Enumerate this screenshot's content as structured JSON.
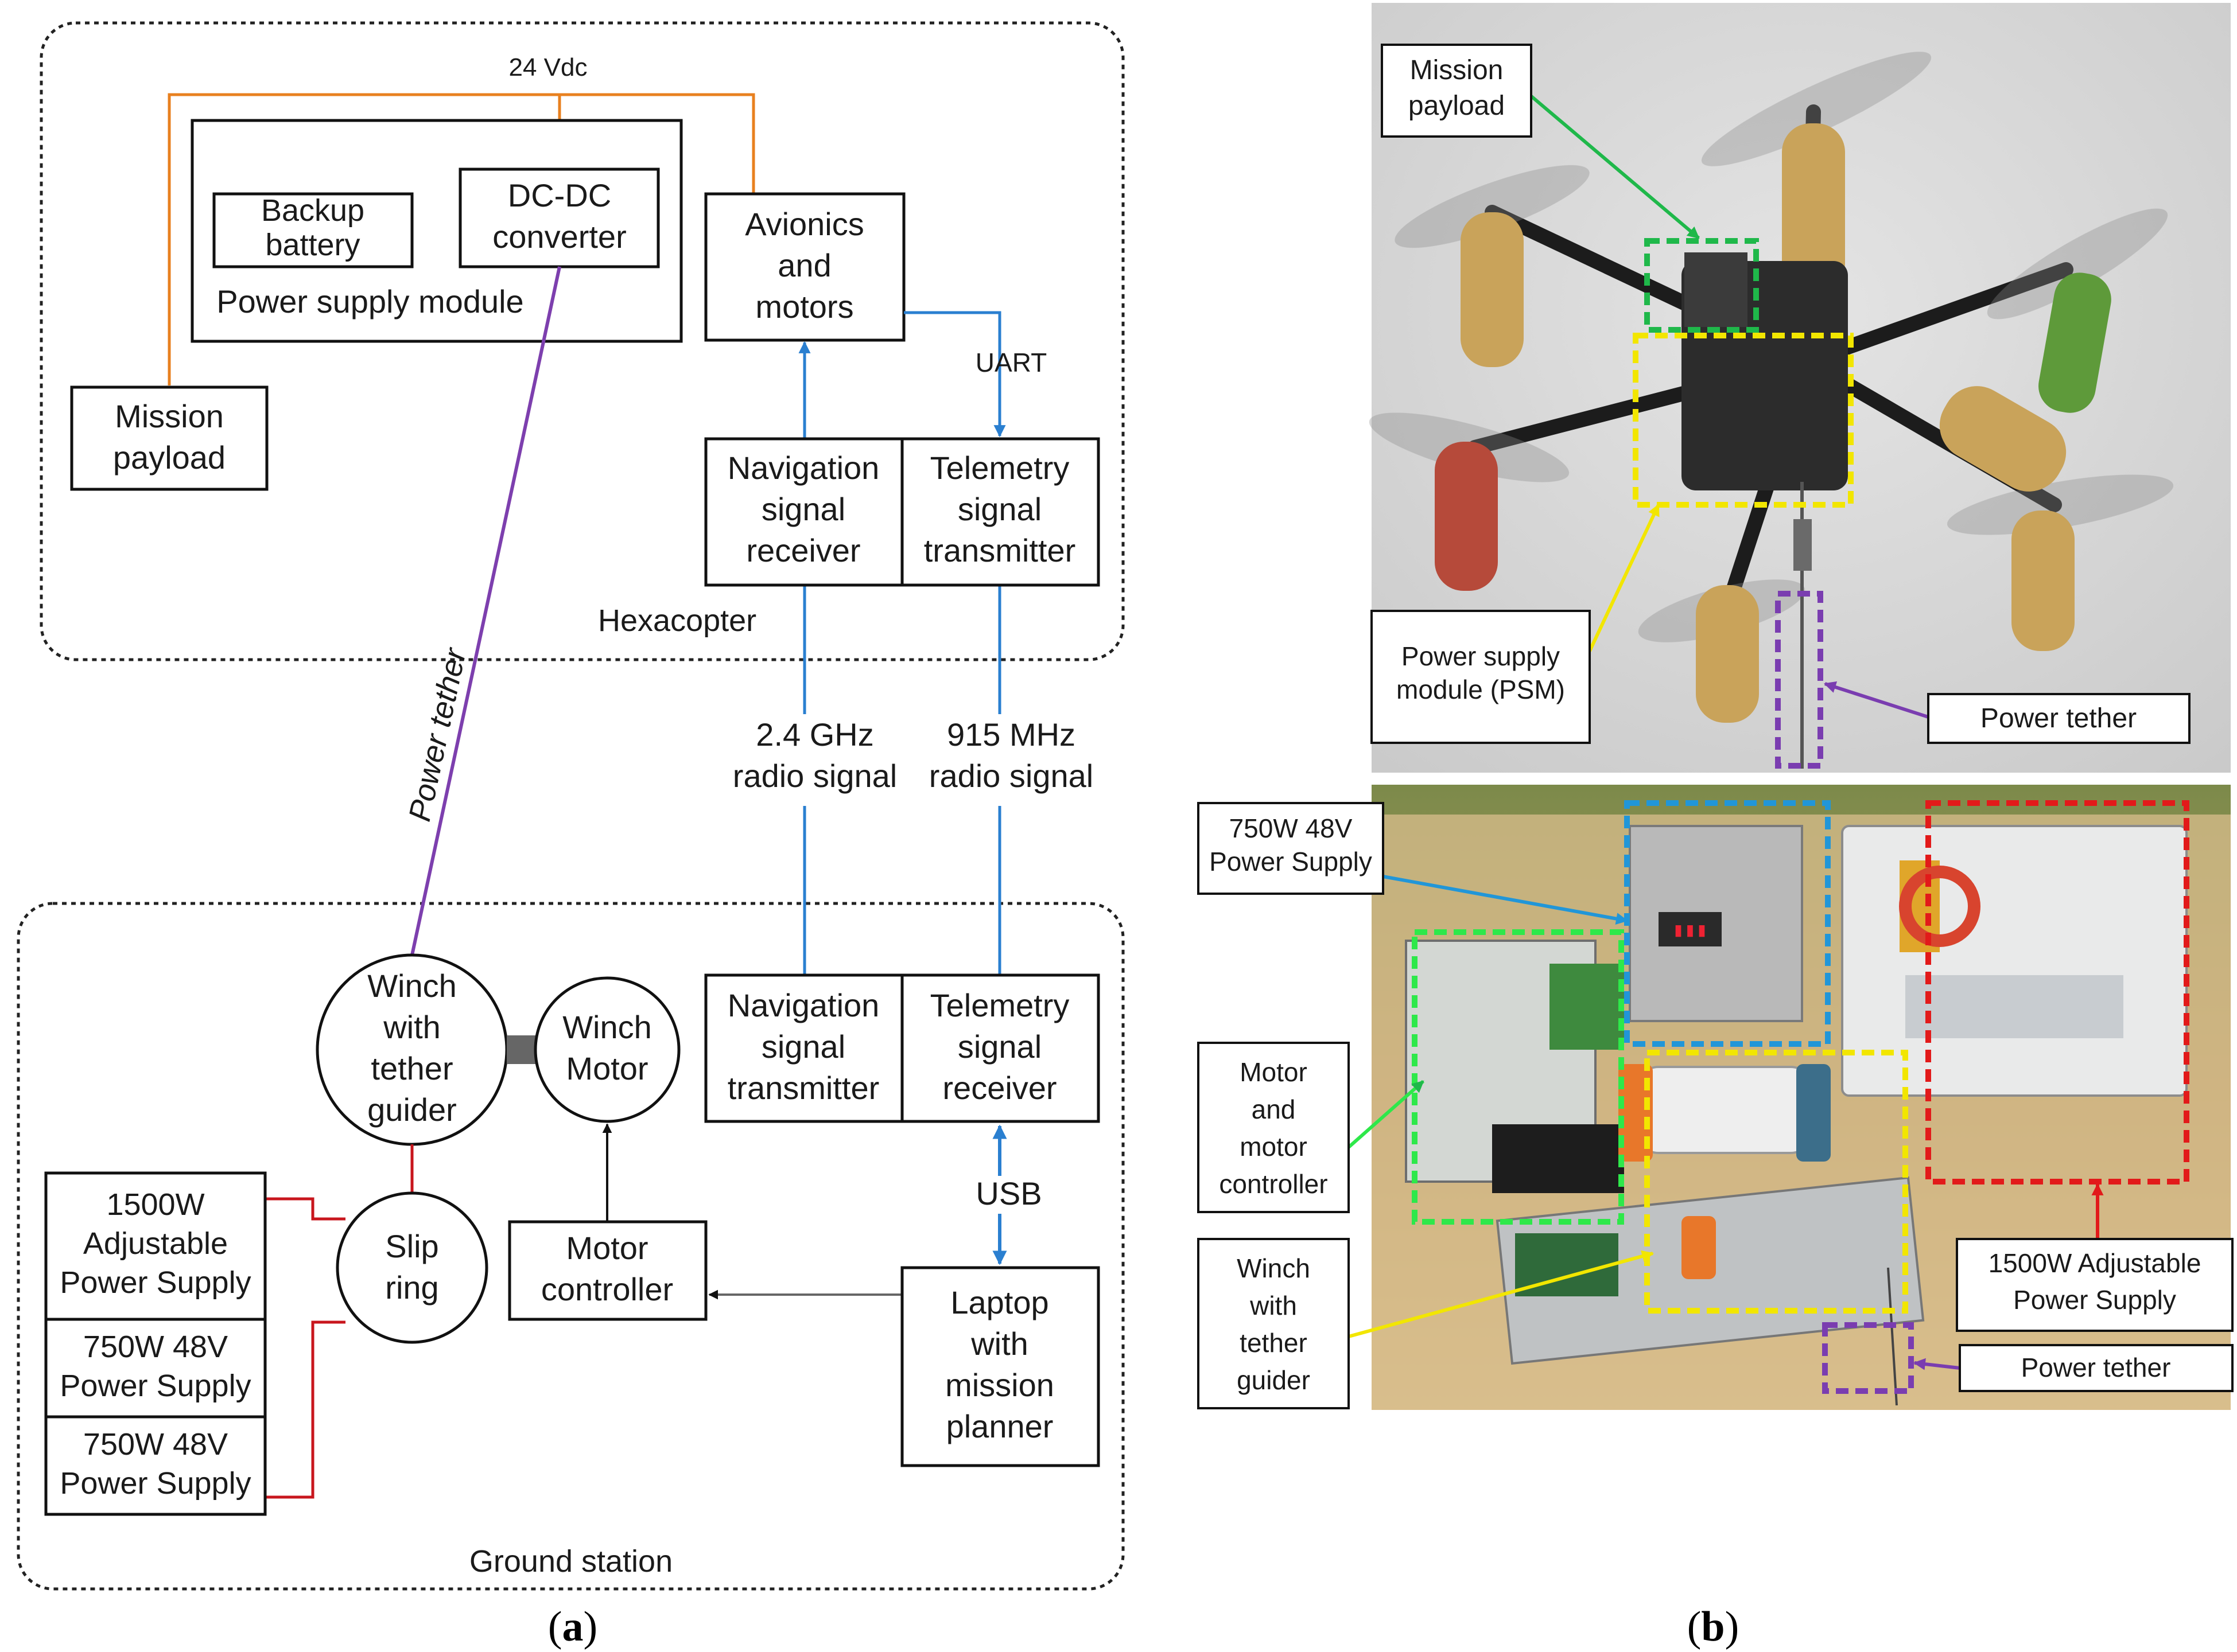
{
  "panel_a": {
    "label_parts": [
      "(",
      "a",
      ")"
    ],
    "hexacopter_label": "Hexacopter",
    "ground_station_label": "Ground station",
    "voltage_label": "24 Vdc",
    "power_supply_module": "Power supply module",
    "backup_battery": [
      "Backup",
      "battery"
    ],
    "dcdc_converter": [
      "DC-DC",
      "converter"
    ],
    "avionics": [
      "Avionics",
      "and",
      "motors"
    ],
    "mission_payload": [
      "Mission",
      "payload"
    ],
    "uart_label": "UART",
    "nav_receiver": [
      "Navigation",
      "signal",
      "receiver"
    ],
    "telemetry_transmitter": [
      "Telemetry",
      "signal",
      "transmitter"
    ],
    "radio_24": [
      "2.4 GHz",
      "radio signal"
    ],
    "radio_915": [
      "915 MHz",
      "radio signal"
    ],
    "power_tether": "Power tether",
    "winch_guider": [
      "Winch",
      "with",
      "tether",
      "guider"
    ],
    "winch_motor": [
      "Winch",
      "Motor"
    ],
    "nav_transmitter": [
      "Navigation",
      "signal",
      "transmitter"
    ],
    "telemetry_receiver": [
      "Telemetry",
      "signal",
      "receiver"
    ],
    "usb_label": "USB",
    "psu_1500": [
      "1500W",
      "Adjustable",
      "Power Supply"
    ],
    "psu_750_a": [
      "750W 48V",
      "Power Supply"
    ],
    "psu_750_b": [
      "750W 48V",
      "Power Supply"
    ],
    "slip_ring": [
      "Slip",
      "ring"
    ],
    "motor_controller": [
      "Motor",
      "controller"
    ],
    "laptop": [
      "Laptop",
      "with",
      "mission",
      "planner"
    ]
  },
  "panel_b": {
    "label_parts": [
      "(",
      "b",
      ")"
    ],
    "top_photo": {
      "mission_payload": [
        "Mission",
        "payload"
      ],
      "psm": [
        "Power supply",
        "module (PSM)"
      ],
      "power_tether": "Power tether"
    },
    "bottom_photo": {
      "psu_750": [
        "750W 48V",
        "Power Supply"
      ],
      "motor_controller": [
        "Motor",
        "and",
        "motor",
        "controller"
      ],
      "winch": [
        "Winch",
        "with",
        "tether",
        "guider"
      ],
      "psu_1500": [
        "1500W Adjustable",
        "Power Supply"
      ],
      "power_tether": "Power tether"
    }
  },
  "colors": {
    "power_orange": "#e8801f",
    "tether_purple": "#7d3fae",
    "signal_blue": "#2a7fd0",
    "supply_red": "#c8161d",
    "winch_gray": "#666666",
    "callout_green": "#1fb84a",
    "callout_yellow": "#f2e600",
    "callout_purple": "#7a3db0",
    "callout_blue": "#2196d8",
    "callout_red": "#e21a1a"
  }
}
